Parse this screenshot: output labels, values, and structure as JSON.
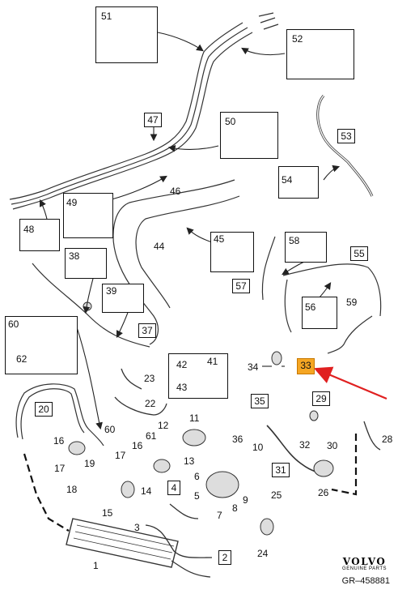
{
  "brand": {
    "name": "VOLVO",
    "sub": "GENUINE PARTS",
    "code": "GR–458881"
  },
  "colors": {
    "line": "#222222",
    "highlight": "#f5a623",
    "arrow": "#e02020"
  },
  "highlighted_part": "33",
  "callouts": {
    "b1": "1",
    "b2": "2",
    "b3": "3",
    "b4": "4",
    "b5": "5",
    "b6": "6",
    "b7": "7",
    "b8": "8",
    "b9": "9",
    "b10": "10",
    "b11": "11",
    "b12": "12",
    "b13": "13",
    "b14": "14",
    "b15": "15",
    "b16a": "16",
    "b16b": "16",
    "b17a": "17",
    "b17b": "17",
    "b18": "18",
    "b19": "19",
    "b20": "20",
    "b22": "22",
    "b23": "23",
    "b24": "24",
    "b25": "25",
    "b26": "26",
    "b28": "28",
    "b29": "29",
    "b30": "30",
    "b31": "31",
    "b32": "32",
    "b33": "33",
    "b34": "34",
    "b35": "35",
    "b36": "36",
    "b37": "37",
    "b38": "38",
    "b39": "39",
    "b41": "41",
    "b42": "42",
    "b43": "43",
    "b44": "44",
    "b45": "45",
    "b46": "46",
    "b47": "47",
    "b48": "48",
    "b49": "49",
    "b50": "50",
    "b51": "51",
    "b52": "52",
    "b53": "53",
    "b54": "54",
    "b55": "55",
    "b56": "56",
    "b57": "57",
    "b58": "58",
    "b59": "59",
    "b60a": "60",
    "b60b": "60",
    "b61": "61",
    "b62": "62"
  }
}
